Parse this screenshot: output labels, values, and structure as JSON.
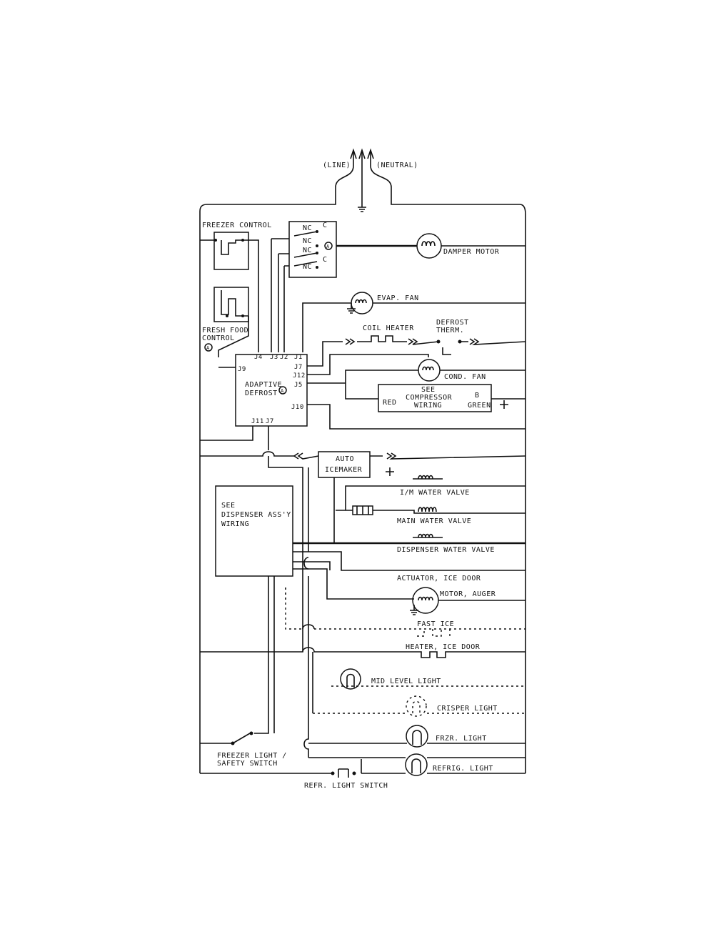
{
  "supply": {
    "line": "(LINE)",
    "neutral": "(NEUTRAL)"
  },
  "controls": {
    "freezer_control": "FREEZER CONTROL",
    "fresh_food_control_1": "FRESH FOOD",
    "fresh_food_control_2": "CONTROL",
    "relay_nc": "NC",
    "relay_c": "C",
    "marker": "A"
  },
  "adaptive_defrost": {
    "line1": "ADAPTIVE",
    "line2": "DEFROST",
    "pins": [
      "J4",
      "J3",
      "J2",
      "J1",
      "J9",
      "J7",
      "J12",
      "J5",
      "J10",
      "J11",
      "J7"
    ]
  },
  "components": {
    "damper_motor": "DAMPER MOTOR",
    "evap_fan": "EVAP. FAN",
    "coil_heater": "COIL HEATER",
    "defrost_therm_1": "DEFROST",
    "defrost_therm_2": "THERM.",
    "cond_fan": "COND. FAN",
    "compressor_1": "SEE",
    "compressor_2": "COMPRESSOR",
    "compressor_3": "WIRING",
    "compressor_b": "B",
    "compressor_green": "GREEN",
    "compressor_red": "RED",
    "icemaker_1": "AUTO",
    "icemaker_2": "ICEMAKER",
    "im_water_valve": "I/M WATER VALVE",
    "main_water_valve": "MAIN WATER VALVE",
    "dispenser_water_valve": "DISPENSER WATER VALVE",
    "actuator_ice_door": "ACTUATOR, ICE DOOR",
    "motor_auger": "MOTOR, AUGER",
    "fast_ice": "FAST ICE",
    "heater_ice_door": "HEATER, ICE DOOR",
    "mid_level_light": "MID LEVEL LIGHT",
    "crisper_light": "CRISPER LIGHT",
    "frzr_light": "FRZR. LIGHT",
    "refrig_light": "REFRIG. LIGHT",
    "dispenser_1": "SEE",
    "dispenser_2": "DISPENSER ASS'Y",
    "dispenser_3": "WIRING",
    "freezer_light_switch_1": "FREEZER LIGHT /",
    "freezer_light_switch_2": "SAFETY SWITCH",
    "refr_light_switch": "REFR. LIGHT SWITCH"
  }
}
